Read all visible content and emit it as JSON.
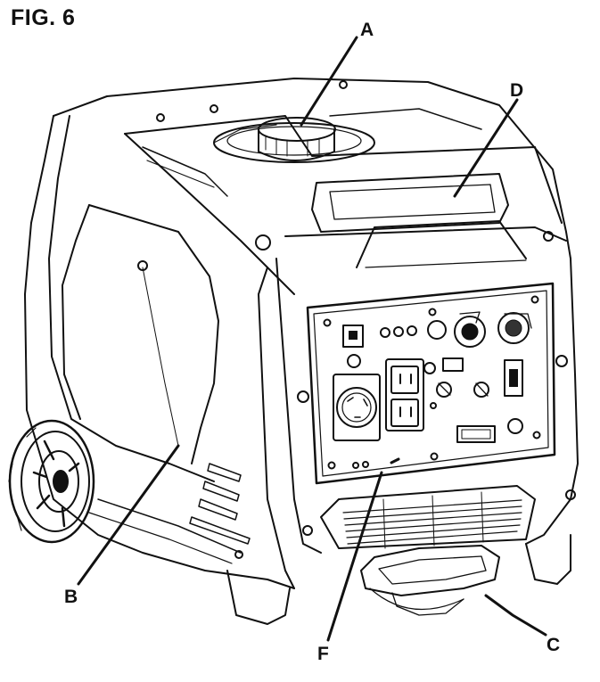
{
  "figure": {
    "title": "FIG. 6"
  },
  "callouts": {
    "a": "A",
    "b": "B",
    "c": "C",
    "d": "D",
    "f": "F"
  },
  "colors": {
    "ink": "#111111",
    "paper": "#ffffff",
    "shade": "#e6e6e6",
    "dark": "#333333"
  }
}
